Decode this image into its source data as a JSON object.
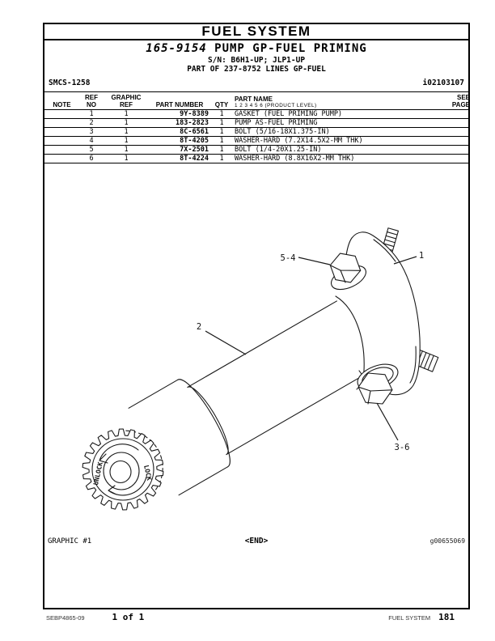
{
  "header": {
    "section_title": "FUEL SYSTEM",
    "part_number": "165-9154",
    "title": "PUMP GP-FUEL PRIMING",
    "serial_line": "S/N: B6H1-UP; JLP1-UP",
    "part_of_line": "PART OF 237-8752 LINES GP-FUEL",
    "smcs_code": "SMCS-1258",
    "doc_id": "i02103107"
  },
  "table": {
    "headers": {
      "note": "NOTE",
      "ref_no_1": "REF",
      "ref_no_2": "NO",
      "graphic_ref_1": "GRAPHIC",
      "graphic_ref_2": "REF",
      "part_number": "PART NUMBER",
      "qty": "QTY",
      "part_name": "PART NAME",
      "product_level": "1  2  3  4  5  6  (PRODUCT LEVEL)",
      "see_1": "SEE",
      "see_2": "PAGE"
    },
    "rows": [
      {
        "note": "",
        "ref_no": "1",
        "graphic_ref": "1",
        "part_number": "9Y-8389",
        "qty": "1",
        "part_name": "GASKET (FUEL PRIMING PUMP)",
        "see_page": ""
      },
      {
        "note": "",
        "ref_no": "2",
        "graphic_ref": "1",
        "part_number": "183-2823",
        "qty": "1",
        "part_name": "PUMP AS-FUEL PRIMING",
        "see_page": ""
      },
      {
        "note": "",
        "ref_no": "3",
        "graphic_ref": "1",
        "part_number": "8C-6561",
        "qty": "1",
        "part_name": "BOLT (5/16-18X1.375-IN)",
        "see_page": ""
      },
      {
        "note": "",
        "ref_no": "4",
        "graphic_ref": "1",
        "part_number": "8T-4205",
        "qty": "1",
        "part_name": "WASHER-HARD (7.2X14.5X2-MM THK)",
        "see_page": ""
      },
      {
        "note": "",
        "ref_no": "5",
        "graphic_ref": "1",
        "part_number": "7X-2501",
        "qty": "1",
        "part_name": "BOLT (1/4-20X1.25-IN)",
        "see_page": ""
      },
      {
        "note": "",
        "ref_no": "6",
        "graphic_ref": "1",
        "part_number": "8T-4224",
        "qty": "1",
        "part_name": "WASHER-HARD (8.8X16X2-MM THK)",
        "see_page": ""
      }
    ]
  },
  "diagram": {
    "callouts": {
      "gasket": "1",
      "pump": "2",
      "bolt_washer_top": "5-4",
      "bolt_washer_bottom": "3-6"
    },
    "knob": {
      "unlock": "UNLOCK",
      "lock": "LOCK"
    },
    "graphic_label": "GRAPHIC #1",
    "end_marker": "<END>",
    "graphic_id": "g00655069"
  },
  "footer": {
    "media_number": "SEBP4865-09",
    "page_of": "1 of 1",
    "section": "FUEL SYSTEM",
    "page_number": "181"
  }
}
